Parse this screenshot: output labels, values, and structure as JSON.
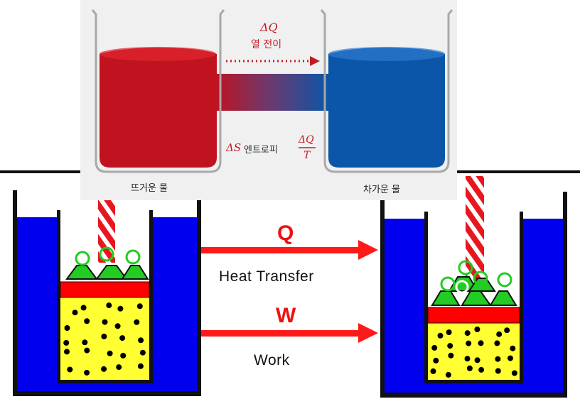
{
  "top_panel": {
    "hot_label": "뜨거운 물",
    "cold_label": "차가운 물",
    "heat_symbol": "ΔQ",
    "heat_text": "열 전이",
    "entropy_symbol": "ΔS",
    "entropy_text": "엔트로피",
    "fraction_num": "ΔQ",
    "fraction_den": "T"
  },
  "bottom_panel": {
    "q_label": "Q",
    "heat_transfer": "Heat Transfer",
    "w_label": "W",
    "work": "Work"
  },
  "colors": {
    "hot_water": "#c1121f",
    "cold_water": "#0b56a8",
    "tank_water": "#0000ee",
    "gas": "#ffff33",
    "piston": "#ff0000",
    "weights": "#22cc22",
    "arrow": "#ff1a1a"
  }
}
